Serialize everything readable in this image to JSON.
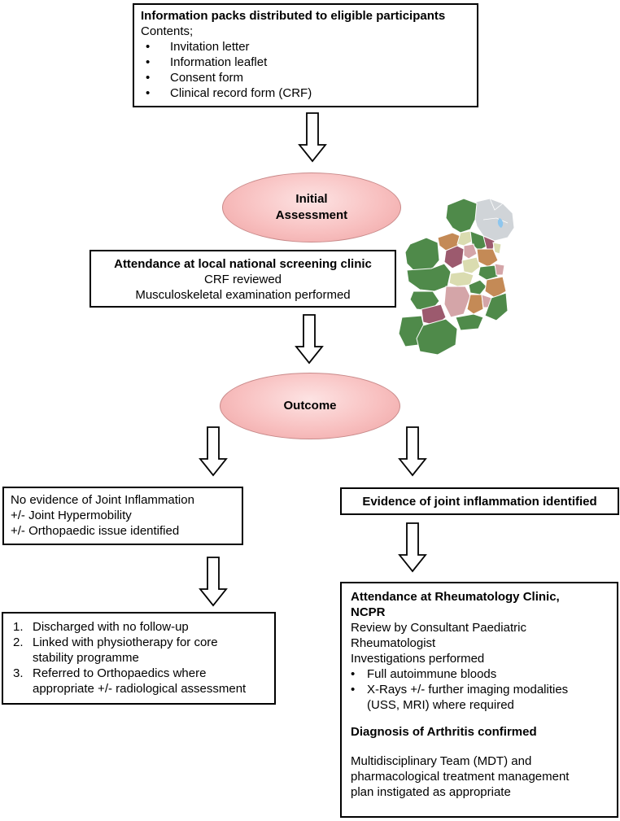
{
  "box1": {
    "title": "Information packs distributed to eligible participants",
    "subtitle": "Contents;",
    "bullet": "•",
    "items": [
      "Invitation letter",
      "Information leaflet",
      "Consent form",
      "Clinical record form (CRF)"
    ]
  },
  "ellipse1": {
    "line1": "Initial",
    "line2": "Assessment"
  },
  "box2": {
    "title": "Attendance at local national screening clinic",
    "line1": "CRF reviewed",
    "line2": "Musculoskeletal examination performed"
  },
  "ellipse2": {
    "label": "Outcome"
  },
  "box3": {
    "line1": "No evidence of Joint Inflammation",
    "line2": "+/- Joint Hypermobility",
    "line3": "+/- Orthopaedic issue identified"
  },
  "box4": {
    "label": "Evidence of joint inflammation identified"
  },
  "box5": {
    "num1": "1.",
    "item1": "Discharged with no follow-up",
    "num2": "2.",
    "item2a": "Linked with physiotherapy for core",
    "item2b": "stability programme",
    "num3": "3.",
    "item3a": "Referred to Orthopaedics where",
    "item3b": "appropriate +/- radiological assessment"
  },
  "box6": {
    "title_a": "Attendance at Rheumatology Clinic,",
    "title_b": "NCPR",
    "review_a": "Review by Consultant Paediatric",
    "review_b": "Rheumatologist",
    "investigations": "Investigations performed",
    "bullet": "•",
    "inv1": "Full autoimmune bloods",
    "inv2a": "X-Rays +/- further imaging modalities",
    "inv2b": "(USS, MRI) where required",
    "diagnosis": "Diagnosis of Arthritis confirmed",
    "mdt_a": "Multidisciplinary Team (MDT) and",
    "mdt_b": "pharmacological treatment management",
    "mdt_c": "plan instigated as appropriate"
  },
  "map": {
    "description_icon": "ireland-county-map-icon",
    "colors": [
      "#4f8a4a",
      "#c48a56",
      "#d4a5a8",
      "#9c5a6e",
      "#dadcb0",
      "#d0d4d8"
    ]
  }
}
